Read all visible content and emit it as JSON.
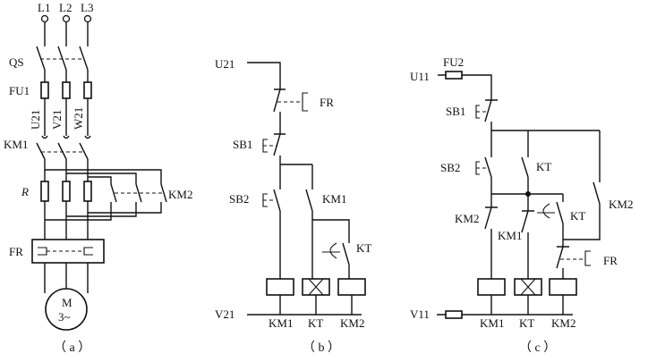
{
  "panel_a": {
    "phases": [
      "L1",
      "L2",
      "L3"
    ],
    "switch": "QS",
    "fuse": "FU1",
    "wires": [
      "U21",
      "V21",
      "W21"
    ],
    "contactor": "KM1",
    "resistor": "R",
    "bypass": "KM2",
    "overload": "FR",
    "motor_line1": "M",
    "motor_line2": "3~",
    "caption": "（ a ）"
  },
  "panel_b": {
    "top_node": "U21",
    "bottom_node": "V21",
    "overload_contact": "FR",
    "stop_button": "SB1",
    "start_button": "SB2",
    "hold_contact": "KM1",
    "timer_contact": "KT",
    "coils": [
      "KM1",
      "KT",
      "KM2"
    ],
    "caption": "（ b ）"
  },
  "panel_c": {
    "top_node": "U11",
    "bottom_node": "V11",
    "fuse": "FU2",
    "stop_button": "SB1",
    "start_button": "SB2",
    "timer_contact_no": "KT",
    "km2_hold": "KM2",
    "km2_nc": "KM2",
    "km1_contact": "KM1",
    "timer_contact_delay": "KT",
    "overload_contact": "FR",
    "coils": [
      "KM1",
      "KT",
      "KM2"
    ],
    "caption": "（ c ）"
  }
}
